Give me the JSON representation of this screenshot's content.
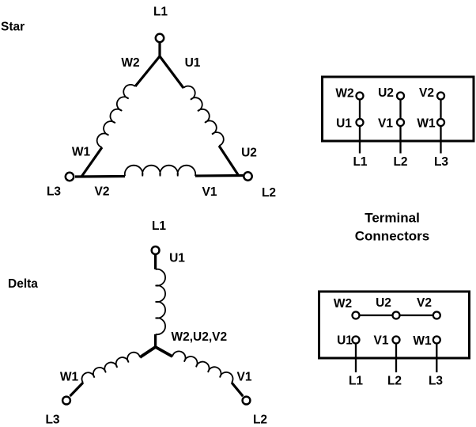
{
  "colors": {
    "background": "#ffffff",
    "line": "#000000",
    "text": "#000000"
  },
  "caption": {
    "line1": "Terminal",
    "line2": "Connectors"
  },
  "star": {
    "section_label": "Star",
    "winding": {
      "lead_top": "L1",
      "lead_left": "L3",
      "lead_right": "L2",
      "apex_left": "W2",
      "apex_right": "U1",
      "left": "W1",
      "right": "U2",
      "bottom_left": "V2",
      "bottom_right": "V1"
    },
    "terminal_box": {
      "top_row": [
        "W2",
        "U2",
        "V2"
      ],
      "bottom_row": [
        "U1",
        "V1",
        "W1"
      ],
      "leads": [
        "L1",
        "L2",
        "L3"
      ]
    }
  },
  "delta": {
    "section_label": "Delta",
    "winding": {
      "lead_top": "L1",
      "top": "U1",
      "center_junction": "W2,U2,V2",
      "left": "W1",
      "right": "V1",
      "lead_left": "L3",
      "lead_right": "L2"
    },
    "terminal_box": {
      "top_row": [
        "W2",
        "U2",
        "V2"
      ],
      "bottom_row": [
        "U1",
        "V1",
        "W1"
      ],
      "leads": [
        "L1",
        "L2",
        "L3"
      ]
    }
  }
}
